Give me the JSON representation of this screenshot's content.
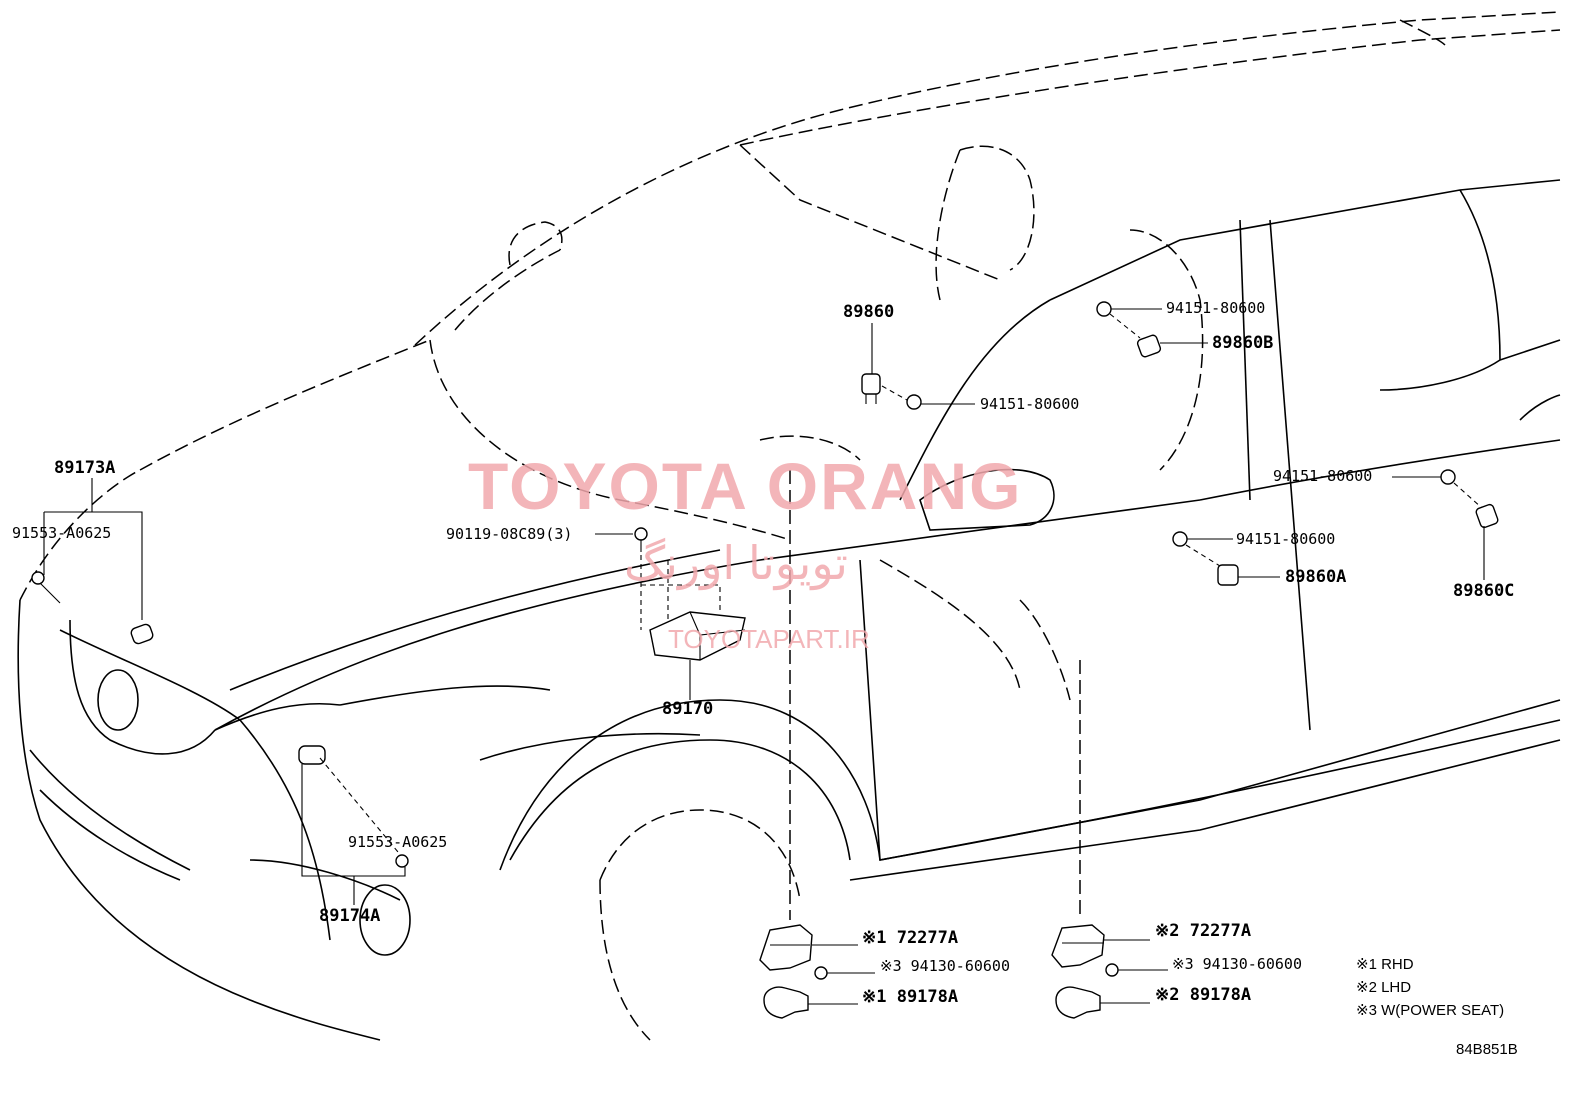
{
  "watermark": {
    "title": "TOYOTA ORANG",
    "persian": "تویوتا اورنگ",
    "site": "TOYOTAPART.IR"
  },
  "labels": {
    "p89173A": "89173A",
    "p91553_top": "91553-A0625",
    "p90119": "90119-08C89(3)",
    "p89170": "89170",
    "p89860": "89860",
    "p94151_a": "94151-80600",
    "p94151_b": "94151-80600",
    "p89860B": "89860B",
    "p94151_c": "94151-80600",
    "p94151_d": "94151-80600",
    "p89860A": "89860A",
    "p89860C": "89860C",
    "p91553_bot": "91553-A0625",
    "p89174A": "89174A",
    "l72277A": "※1 72277A",
    "l94130": "※3 94130-60600",
    "l89178A": "※1 89178A",
    "r72277A": "※2 72277A",
    "r94130": "※3 94130-60600",
    "r89178A": "※2 89178A"
  },
  "legend": {
    "n1": "※1 RHD",
    "n2": "※2 LHD",
    "n3": "※3 W(POWER SEAT)"
  },
  "diagram_code": "84B851B"
}
